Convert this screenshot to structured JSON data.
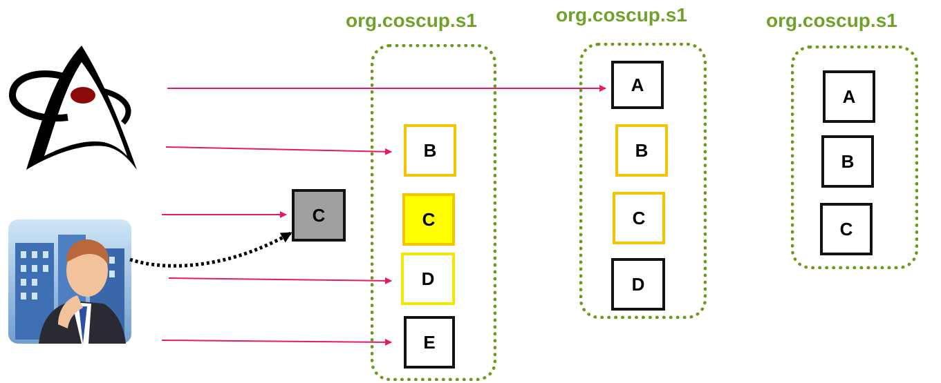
{
  "colors": {
    "group_border": "#6e9a1c",
    "title": "#70a12a",
    "arrow": "#e8176a",
    "black_border": "#111111",
    "orange_border": "#f5c400",
    "yellow_border": "#f2e800",
    "yellow_fill": "#ffff00",
    "gray_fill": "#a0a0a0"
  },
  "groups": [
    {
      "title": "org.coscup.s1",
      "items": [
        {
          "label": "B",
          "style": "orange"
        },
        {
          "label": "C",
          "style": "yellow-filled"
        },
        {
          "label": "D",
          "style": "yellow-outline"
        },
        {
          "label": "E",
          "style": "black"
        }
      ]
    },
    {
      "title": "org.coscup.s1",
      "items": [
        {
          "label": "A",
          "style": "black"
        },
        {
          "label": "B",
          "style": "orange"
        },
        {
          "label": "C",
          "style": "orange"
        },
        {
          "label": "D",
          "style": "black"
        }
      ]
    },
    {
      "title": "org.coscup.s1",
      "items": [
        {
          "label": "A",
          "style": "black"
        },
        {
          "label": "B",
          "style": "black"
        },
        {
          "label": "C",
          "style": "black"
        }
      ]
    }
  ],
  "floating_box": {
    "label": "C",
    "style": "gray"
  },
  "icons": {
    "java": "java-duke-icon",
    "person": "thinking-businessman-icon"
  }
}
